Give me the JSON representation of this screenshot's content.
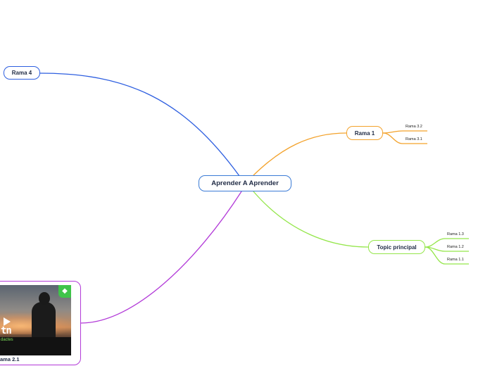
{
  "colors": {
    "central_border": "#3b7bd6",
    "rama4": "#2e5fe0",
    "rama1": "#f3a22b",
    "topic": "#94e64a",
    "rama2": "#b23ad8"
  },
  "central": {
    "label": "Aprender A Aprender"
  },
  "branches": {
    "rama4": {
      "label": "Rama 4"
    },
    "rama1": {
      "label": "Rama 1",
      "children": [
        "Rama 3.2",
        "Rama 3.1"
      ]
    },
    "topic": {
      "label": "Topic principal",
      "children": [
        "Rama 1.3",
        "Rama 1.2",
        "Rama 1.1"
      ]
    },
    "rama2": {
      "label": "ama 2.1",
      "thumb_logo": "tn",
      "thumb_caption": "dactes",
      "play_icon": "play-icon",
      "badge_icon": "pin-icon"
    }
  }
}
